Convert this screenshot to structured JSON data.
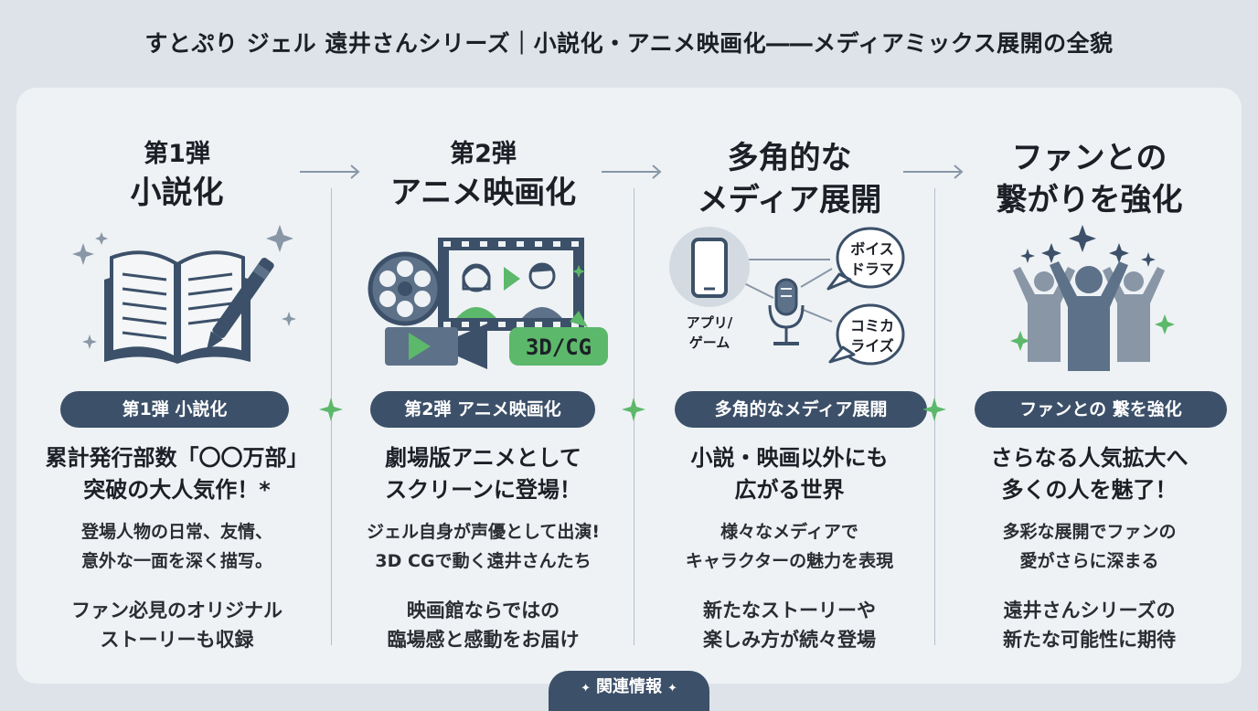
{
  "page": {
    "title": "すとぷり ジェル 遠井さんシリーズ｜小説化・アニメ映画化――メディアミックス展開の全貌"
  },
  "columns": [
    {
      "sub": "第1弾",
      "main": "小説化",
      "pill": "第1弾 小説化",
      "headline_lines": [
        "累計発行部数「〇〇万部」",
        "突破の大人気作！*"
      ],
      "body1_lines": [
        "登場人物の日常、友情、",
        "意外な一面を深く描写。"
      ],
      "body2_lines": [
        "ファン必見のオリジナル",
        "ストーリーも収録"
      ]
    },
    {
      "sub": "第2弾",
      "main": "アニメ映画化",
      "badge": "3D/CG",
      "pill": "第2弾 アニメ映画化",
      "headline_lines": [
        "劇場版アニメとして",
        "スクリーンに登場！"
      ],
      "body1_lines": [
        "ジェル自身が声優として出演!",
        "3D CGで動く遠井さんたち"
      ],
      "body2_lines": [
        "映画館ならではの",
        "臨場感と感動をお届け"
      ]
    },
    {
      "main_lines": [
        "多角的な",
        "メディア展開"
      ],
      "labels": {
        "app": "アプリ/\nゲーム",
        "voice_drama": "ボイス\nドラマ",
        "comicalize": "コミカ\nライズ"
      },
      "pill": "多角的なメディア展開",
      "headline_lines": [
        "小説・映画以外にも",
        "広がる世界"
      ],
      "body1_lines": [
        "様々なメディアで",
        "キャラクターの魅力を表現"
      ],
      "body2_lines": [
        "新たなストーリーや",
        "楽しみ方が続々登場"
      ]
    },
    {
      "main_lines": [
        "ファンとの",
        "繋がりを強化"
      ],
      "pill": "ファンとの 繋を強化",
      "headline_lines": [
        "さらなる人気拡大へ",
        "多くの人を魅了！"
      ],
      "body1_lines": [
        "多彩な展開でファンの",
        "愛がさらに深まる"
      ],
      "body2_lines": [
        "遠井さんシリーズの",
        "新たな可能性に期待"
      ]
    }
  ],
  "footer": {
    "related_label": "関連情報"
  },
  "colors": {
    "navy": "#3c5069",
    "green_accent": "#5cb86a",
    "icon_gray": "#8896a6",
    "panel": "#eef2f5",
    "background": "#dde3e9"
  },
  "icons": [
    "open-book-icon",
    "pen-icon",
    "film-reel-icon",
    "film-strip-icon",
    "play-icon",
    "smartphone-icon",
    "microphone-icon",
    "speech-bubble-icon",
    "crowd-cheering-icon",
    "sparkle-icon",
    "arrow-right-icon"
  ]
}
